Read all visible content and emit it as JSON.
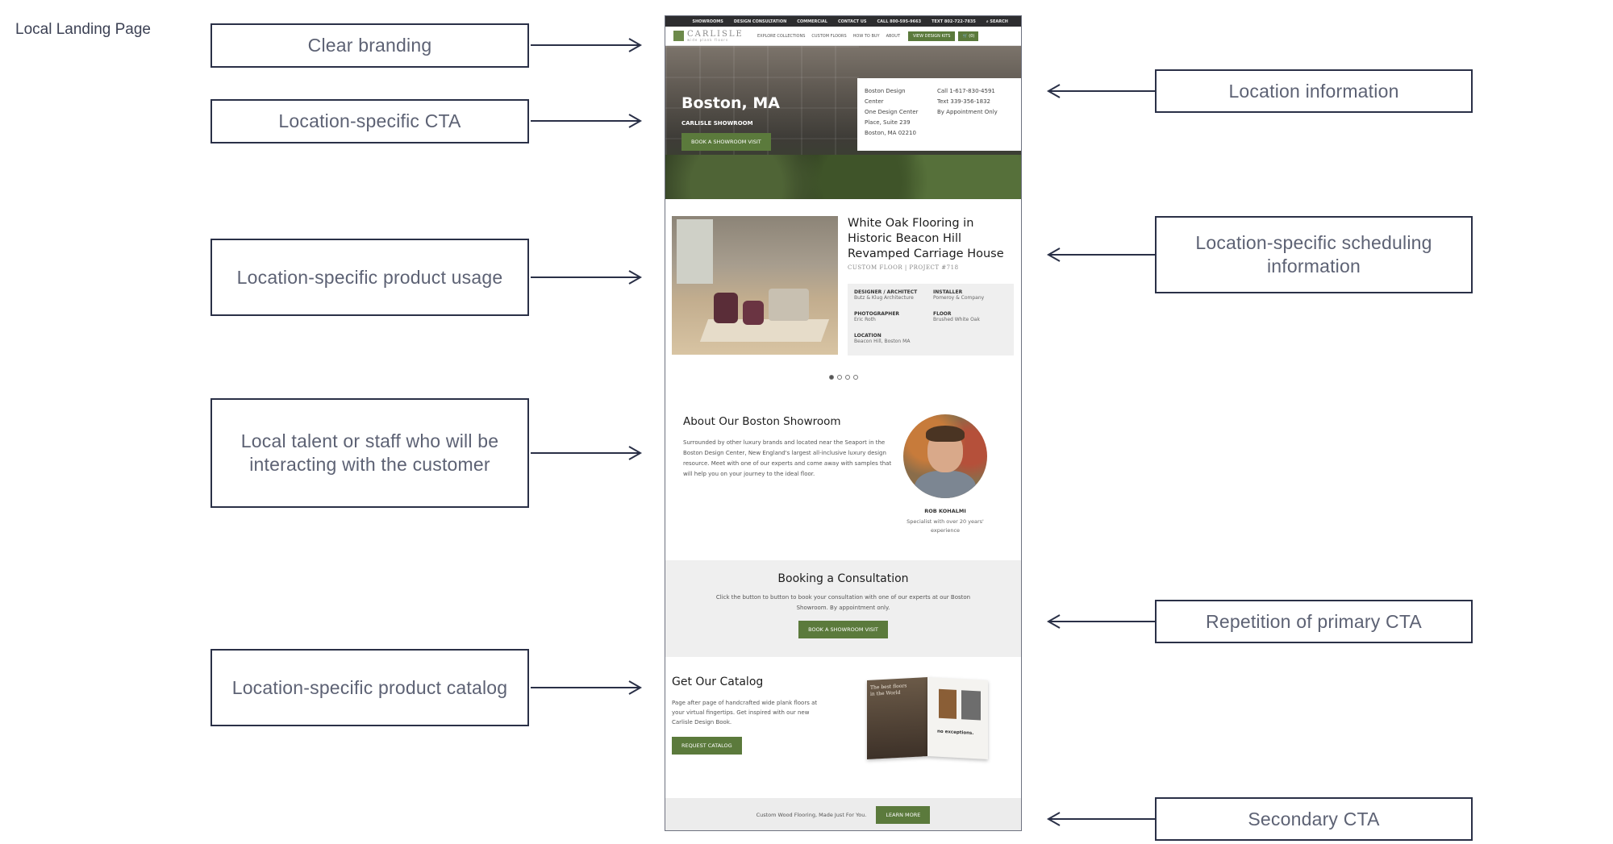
{
  "page_label": "Local Landing Page",
  "annotations_left": [
    "Clear branding",
    "Location-specific CTA",
    "Location-specific product usage",
    "Local talent or staff who will be interacting with the customer",
    "Location-specific product catalog"
  ],
  "annotations_right": [
    "Location information",
    "Location-specific scheduling information",
    "Repetition of primary CTA",
    "Secondary CTA"
  ],
  "mockup": {
    "topbar": [
      "SHOWROOMS",
      "DESIGN CONSULTATION",
      "COMMERCIAL",
      "CONTACT US",
      "CALL 800-595-9663",
      "TEXT 802-722-7835",
      "⌕ SEARCH"
    ],
    "logo": {
      "word": "CARLISLE",
      "sub": "wide plank floors"
    },
    "nav": [
      "EXPLORE COLLECTIONS",
      "CUSTOM FLOORS",
      "HOW TO BUY",
      "ABOUT"
    ],
    "kit_button": "VIEW DESIGN KITS",
    "cart_button": "🛒 (0)",
    "hero": {
      "city": "Boston, MA",
      "subtitle": "CARLISLE SHOWROOM",
      "cta": "BOOK A SHOWROOM VISIT"
    },
    "location_card": {
      "address": [
        "Boston Design",
        "Center",
        "One Design Center",
        "Place, Suite 239",
        "Boston, MA 02210"
      ],
      "contact": [
        "Call 1-617-830-4591",
        "Text 339-356-1832",
        "By Appointment Only"
      ]
    },
    "project": {
      "title": "White Oak Flooring in Historic Beacon Hill Revamped Carriage House",
      "meta": "CUSTOM FLOOR | PROJECT #718",
      "credits": [
        {
          "label": "DESIGNER / ARCHITECT",
          "value": "Butz & Klug Architecture"
        },
        {
          "label": "INSTALLER",
          "value": "Pomeroy & Company"
        },
        {
          "label": "PHOTOGRAPHER",
          "value": "Eric Roth"
        },
        {
          "label": "FLOOR",
          "value": "Brushed White Oak"
        },
        {
          "label": "LOCATION",
          "value": "Beacon Hill, Boston MA"
        }
      ]
    },
    "about": {
      "heading": "About Our Boston Showroom",
      "body": "Surrounded by other luxury brands and located near the Seaport in the Boston Design Center, New England's largest all-inclusive luxury design resource. Meet with one of our experts and come away with samples that will help you on your journey to the ideal floor.",
      "person_name": "ROB KOHALMI",
      "person_role": "Specialist with over 20 years' experience"
    },
    "booking": {
      "heading": "Booking a Consultation",
      "body": "Click the button to button to book your consultation with one of our experts at our Boston Showroom. By appointment only.",
      "cta": "BOOK A SHOWROOM VISIT"
    },
    "catalog": {
      "heading": "Get Our Catalog",
      "body": "Page after page of handcrafted wide plank floors at your virtual fingertips. Get inspired with our new Carlisle Design Book.",
      "cta": "REQUEST CATALOG",
      "cover_text": "The best floors in the World",
      "inside_text": "no exceptions."
    },
    "footer": {
      "text": "Custom Wood Flooring, Made Just For You.",
      "cta": "LEARN MORE"
    }
  },
  "colors": {
    "accent": "#5b7a3c",
    "ink": "#2a3047",
    "annotation_text": "#5d6274"
  }
}
